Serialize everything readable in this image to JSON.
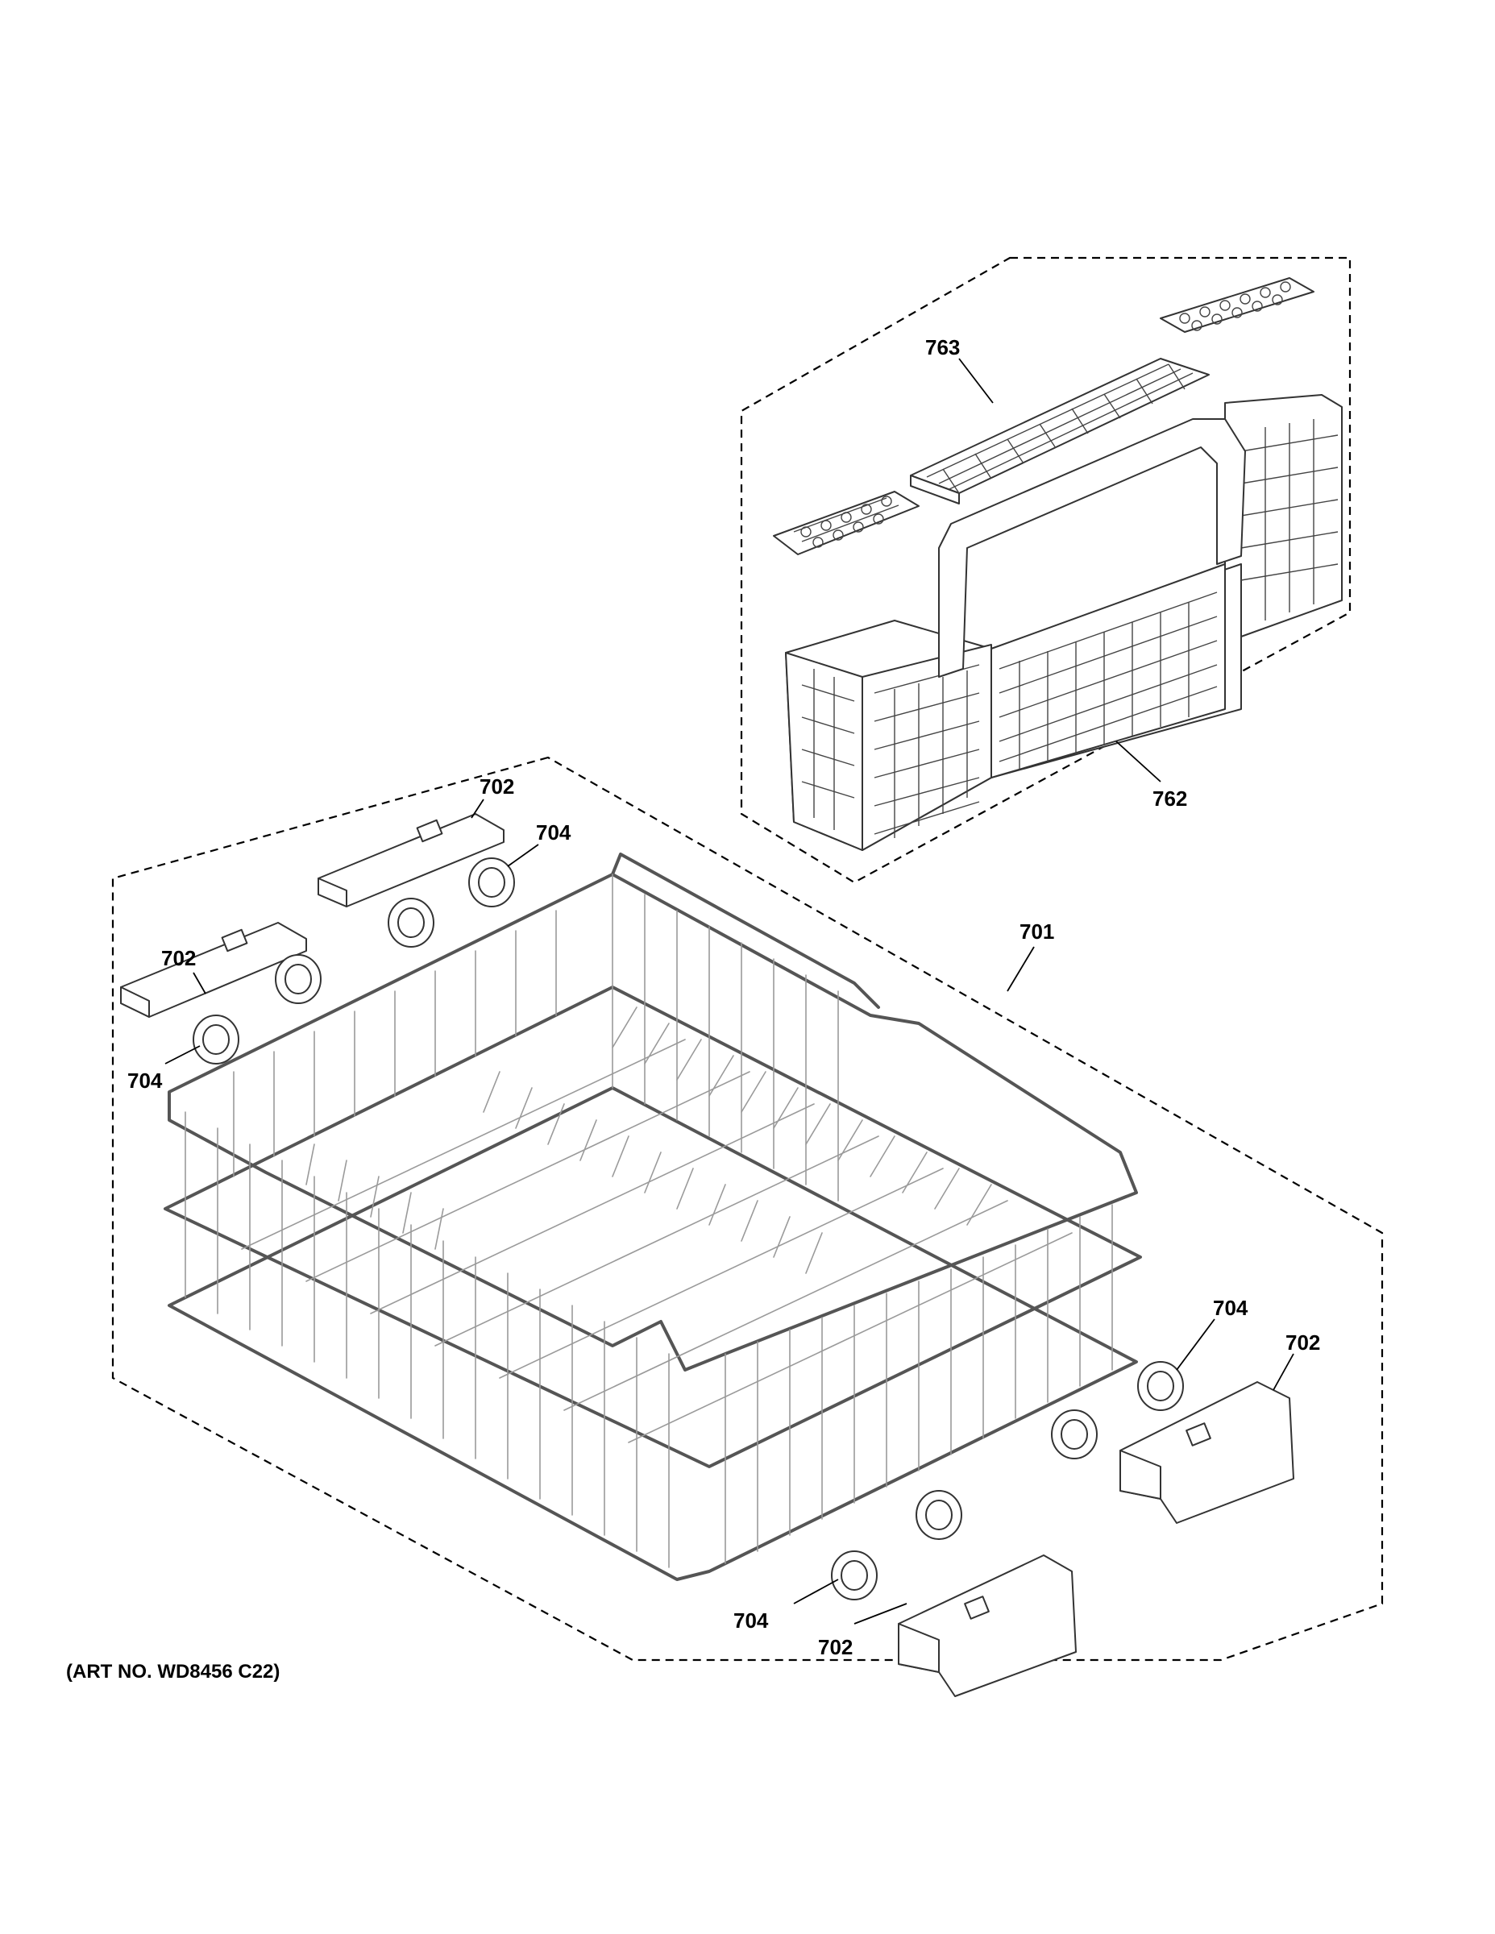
{
  "diagram": {
    "callouts": {
      "c763": "763",
      "c762": "762",
      "c701": "701",
      "c702_a": "702",
      "c702_b": "702",
      "c702_c": "702",
      "c702_d": "702",
      "c704_a": "704",
      "c704_b": "704",
      "c704_c": "704",
      "c704_d": "704"
    },
    "art_number": "(ART NO. WD8456 C22)"
  }
}
